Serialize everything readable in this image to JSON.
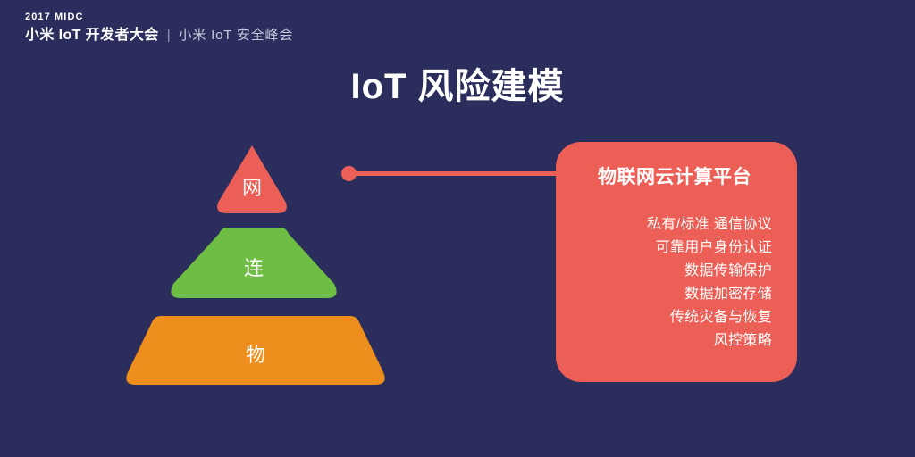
{
  "theme": {
    "background": "#2b2d5c",
    "accent_red": "#ec5f56",
    "accent_green": "#6fbe44",
    "accent_orange": "#ee8e1c",
    "text_primary": "#ffffff",
    "text_muted": "#c8cade"
  },
  "header": {
    "year_line": "2017 MIDC",
    "main_title": "小米 IoT 开发者大会",
    "divider": "|",
    "sub_title": "小米 IoT 安全峰会"
  },
  "slide": {
    "title": "IoT 风险建模"
  },
  "pyramid": {
    "layers": [
      {
        "label": "网",
        "color": "#ec5f56",
        "shape": "triangle",
        "level": "top"
      },
      {
        "label": "连",
        "color": "#6fbe44",
        "shape": "trapezoid",
        "level": "middle"
      },
      {
        "label": "物",
        "color": "#ee8e1c",
        "shape": "trapezoid",
        "level": "bottom"
      }
    ]
  },
  "connector": {
    "color": "#ec5f56",
    "from_layer": "网",
    "to_card": "物联网云计算平台"
  },
  "info_card": {
    "title": "物联网云计算平台",
    "background": "#ec5f56",
    "items": [
      "私有/标准 通信协议",
      "可靠用户身份认证",
      "数据传输保护",
      "数据加密存储",
      "传统灾备与恢复",
      "风控策略"
    ]
  }
}
